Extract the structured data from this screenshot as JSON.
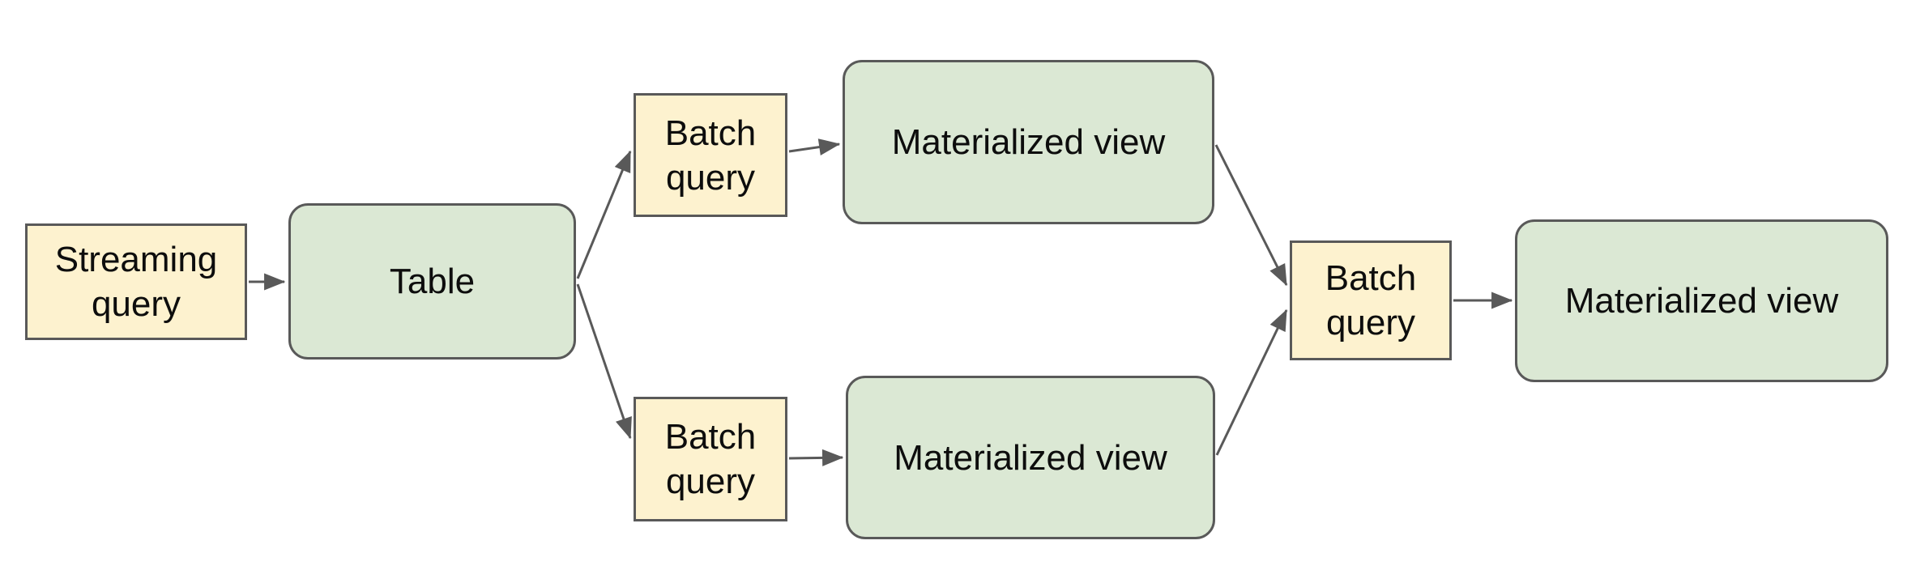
{
  "diagram": {
    "title": "streaming-to-materialized-view-pipeline",
    "background_color": "#ffffff",
    "colors": {
      "query_node_fill": "#fdf2cf",
      "view_node_fill": "#dbe8d4",
      "node_border": "#595959",
      "arrow": "#595959",
      "text": "#0d0d0d"
    },
    "nodes": {
      "streaming_query": {
        "label": "Streaming query",
        "shape": "rectangle",
        "fill": "#fdf2cf"
      },
      "table": {
        "label": "Table",
        "shape": "rounded-rectangle",
        "fill": "#dbe8d4"
      },
      "batch_query_top": {
        "label": "Batch query",
        "shape": "rectangle",
        "fill": "#fdf2cf"
      },
      "materialized_view_top": {
        "label": "Materialized view",
        "shape": "rounded-rectangle",
        "fill": "#dbe8d4"
      },
      "batch_query_bottom": {
        "label": "Batch query",
        "shape": "rectangle",
        "fill": "#fdf2cf"
      },
      "materialized_view_bottom": {
        "label": "Materialized view",
        "shape": "rounded-rectangle",
        "fill": "#dbe8d4"
      },
      "batch_query_right": {
        "label": "Batch query",
        "shape": "rectangle",
        "fill": "#fdf2cf"
      },
      "materialized_view_right": {
        "label": "Materialized view",
        "shape": "rounded-rectangle",
        "fill": "#dbe8d4"
      }
    },
    "edges": [
      {
        "from": "streaming_query",
        "to": "table"
      },
      {
        "from": "table",
        "to": "batch_query_top"
      },
      {
        "from": "table",
        "to": "batch_query_bottom"
      },
      {
        "from": "batch_query_top",
        "to": "materialized_view_top"
      },
      {
        "from": "batch_query_bottom",
        "to": "materialized_view_bottom"
      },
      {
        "from": "materialized_view_top",
        "to": "batch_query_right"
      },
      {
        "from": "materialized_view_bottom",
        "to": "batch_query_right"
      },
      {
        "from": "batch_query_right",
        "to": "materialized_view_right"
      }
    ]
  }
}
